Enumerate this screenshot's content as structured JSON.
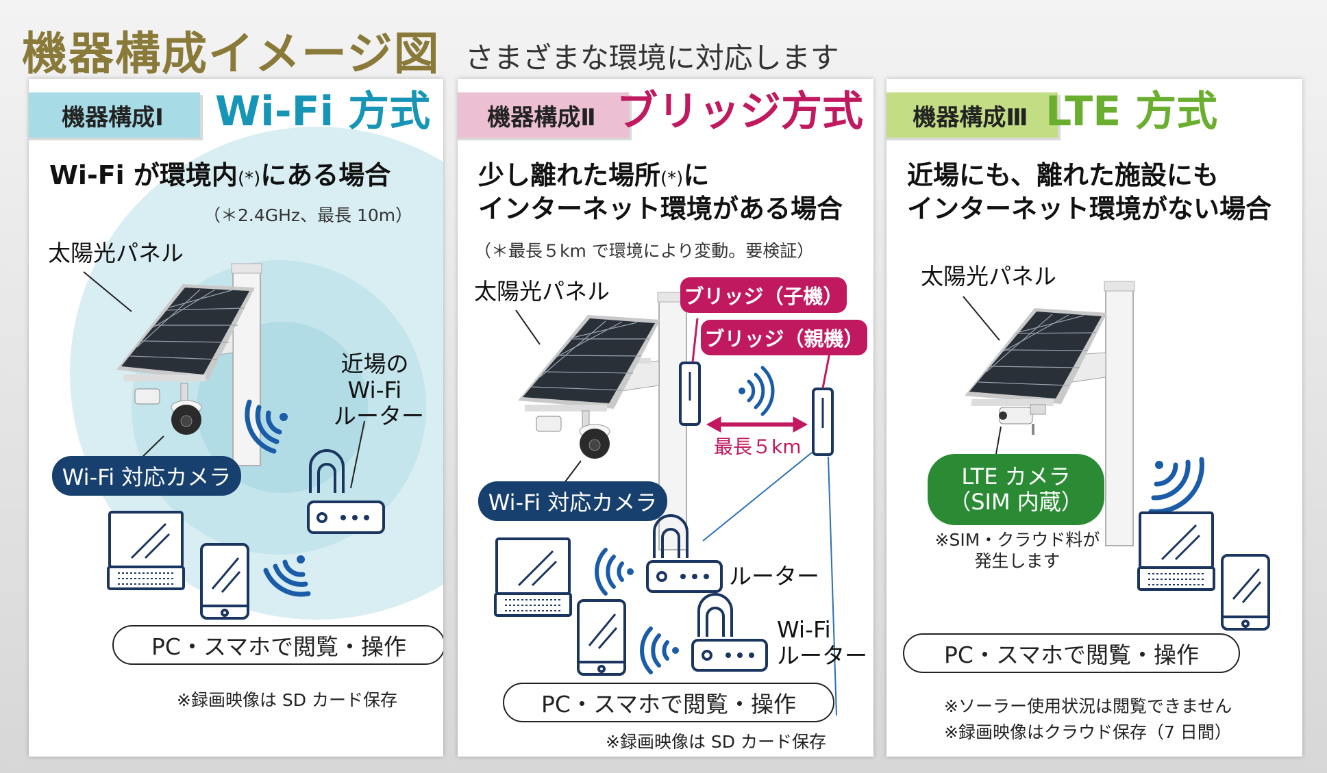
{
  "header": {
    "title": "機器構成イメージ図",
    "subtitle": "さまざまな環境に対応します"
  },
  "colors": {
    "accent1": "#1695b6",
    "tag1": "#a7dbe5",
    "accent2": "#c1195f",
    "tag2": "#ecbfd2",
    "accent3": "#6aae2f",
    "tag3": "#c3dd84",
    "camera_pill": "#17406e",
    "lte_pill": "#2b8b34",
    "ripple": "#bfe3ea"
  },
  "panels": [
    {
      "tag": "機器構成Ⅰ",
      "method": "Wi-Fi 方式",
      "condition": {
        "line1_pre": "Wi-Fi が環境内",
        "mark": "(*)",
        "line1_post": "にある場合"
      },
      "note": "（＊2.4GHz、最長 10m）",
      "solar_label": "太陽光パネル",
      "router_label": [
        "近場の",
        "Wi-Fi",
        "ルーター"
      ],
      "camera_label": "Wi-Fi 対応カメラ",
      "view_label": "PC・スマホで閲覧・操作",
      "footnote": "※録画映像は SD カード保存"
    },
    {
      "tag": "機器構成Ⅱ",
      "method": "ブリッジ方式",
      "condition": {
        "line1_pre": "少し離れた場所",
        "mark": "(*)",
        "line1_post": "に",
        "line2": "インターネット環境がある場合"
      },
      "note": "（＊最長５km で環境により変動。要検証）",
      "solar_label": "太陽光パネル",
      "bridge_child": "ブリッジ（子機）",
      "bridge_parent": "ブリッジ（親機）",
      "distance": "最長５km",
      "camera_label": "Wi-Fi 対応カメラ",
      "router_label": "ルーター",
      "wifi_router_label": [
        "Wi-Fi",
        "ルーター"
      ],
      "view_label": "PC・スマホで閲覧・操作",
      "footnote": "※録画映像は SD カード保存"
    },
    {
      "tag": "機器構成Ⅲ",
      "method": "LTE 方式",
      "condition": {
        "line1": "近場にも、離れた施設にも",
        "line2": "インターネット環境がない場合"
      },
      "solar_label": "太陽光パネル",
      "camera_label": [
        "LTE カメラ",
        "（SIM 内蔵）"
      ],
      "sim_note": [
        "※SIM・クラウド料が",
        "発生します"
      ],
      "view_label": "PC・スマホで閲覧・操作",
      "footnotes": [
        "※ソーラー使用状況は閲覧できません",
        "※録画映像はクラウド保存（7 日間）"
      ]
    }
  ]
}
